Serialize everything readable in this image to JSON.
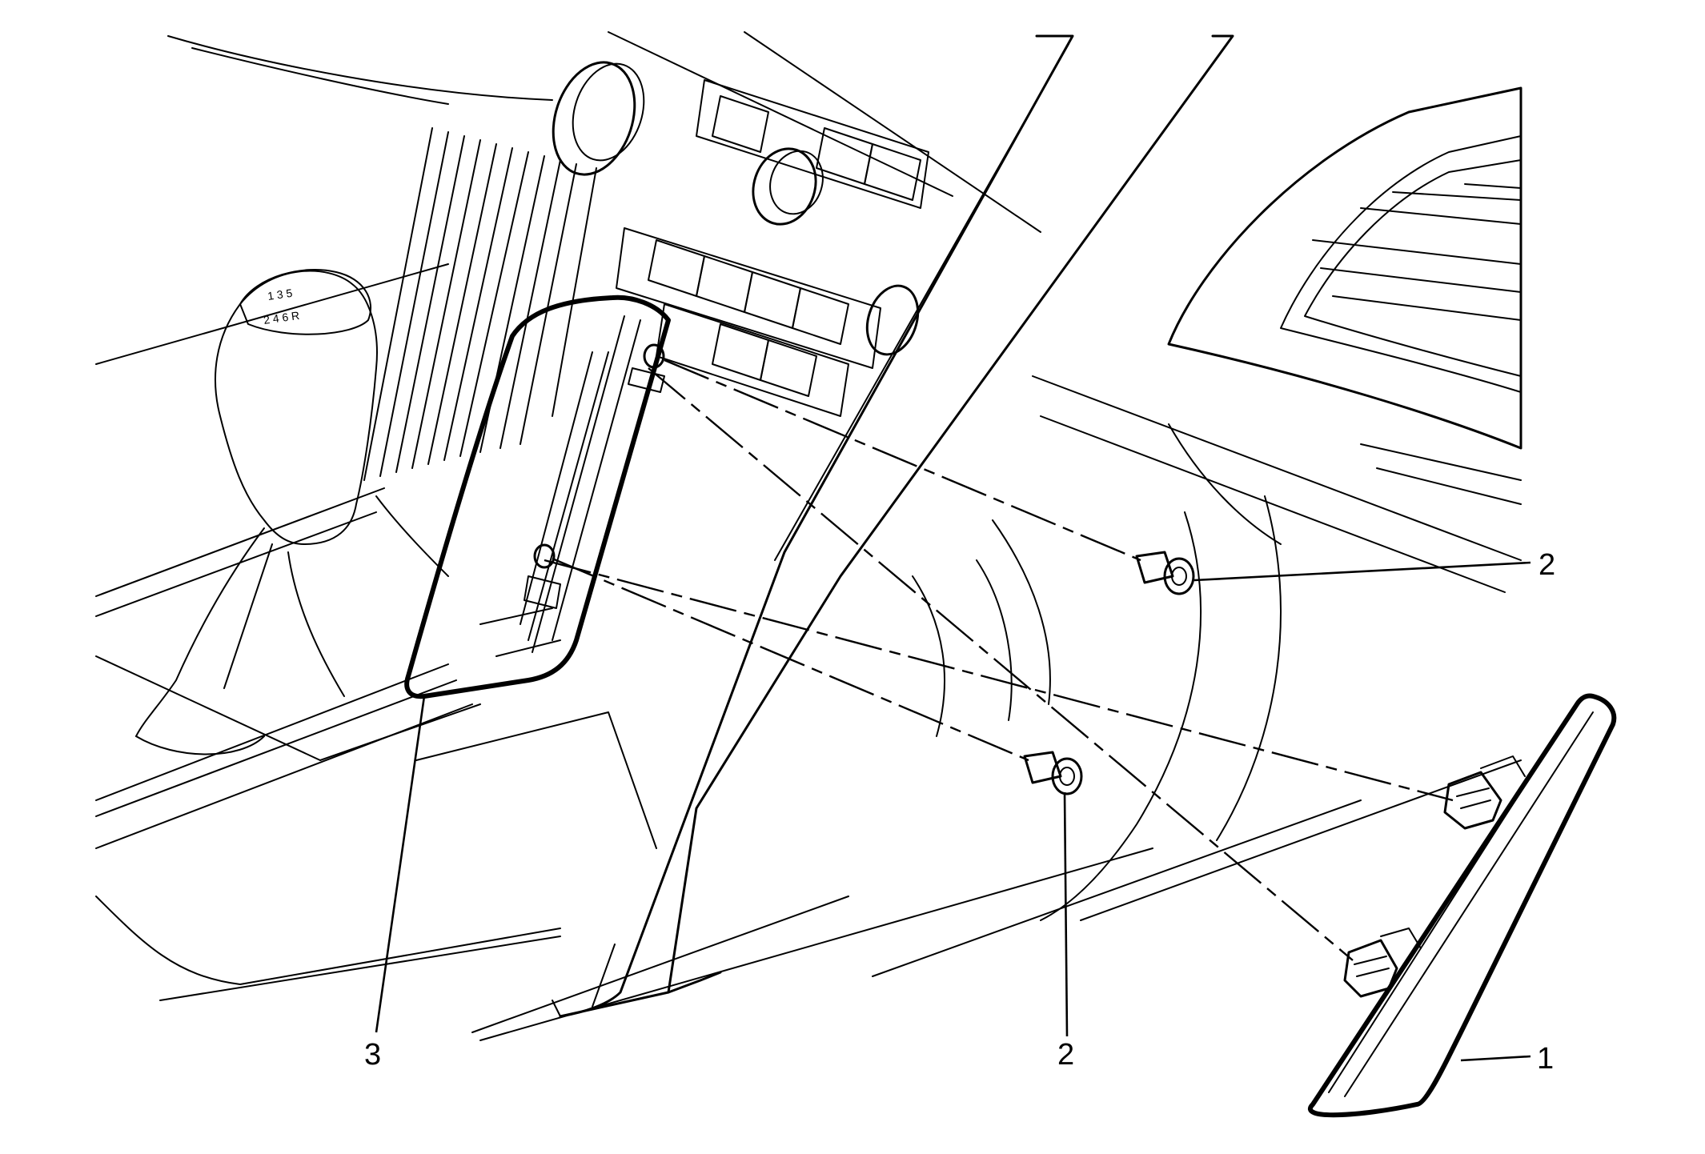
{
  "figure": {
    "title": "",
    "callouts": [
      {
        "id": "callout-1",
        "label": "1"
      },
      {
        "id": "callout-2a",
        "label": "2"
      },
      {
        "id": "callout-2b",
        "label": "2"
      },
      {
        "id": "callout-3",
        "label": "3"
      }
    ],
    "components": [
      {
        "key": "trim-panel",
        "icon": "trim-panel-part"
      },
      {
        "key": "fastener",
        "icon": "push-pin-retainer"
      },
      {
        "key": "mounting-frame",
        "icon": "bracket-outline"
      }
    ],
    "colors": {
      "line": "#000000",
      "background": "#ffffff"
    }
  }
}
